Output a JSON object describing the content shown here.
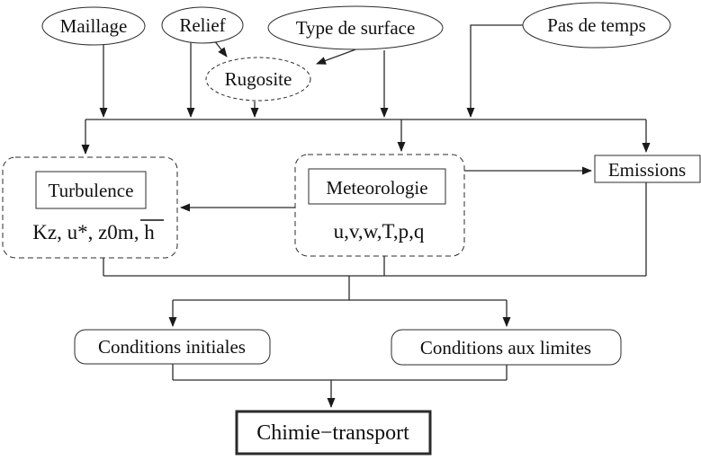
{
  "diagram": {
    "description": "Flowchart of an atmospheric chemistry-transport modelling system (French labels)",
    "colors": {
      "background": "#ffffff",
      "stroke": "#2b2b2b",
      "text": "#111111"
    },
    "nodes": {
      "maillage": {
        "label": "Maillage",
        "shape": "ellipse"
      },
      "relief": {
        "label": "Relief",
        "shape": "ellipse"
      },
      "type_de_surface": {
        "label": "Type de surface",
        "shape": "ellipse"
      },
      "pas_de_temps": {
        "label": "Pas de temps",
        "shape": "ellipse"
      },
      "rugosite": {
        "label": "Rugosite",
        "shape": "dashed-ellipse"
      },
      "turbulence": {
        "label": "Turbulence",
        "variables": "Kz, u*, z0m, h",
        "variables_note": "overline over h",
        "shape": "dashed-group"
      },
      "meteorologie": {
        "label": "Meteorologie",
        "variables": "u,v,w,T,p,q",
        "shape": "dashed-group"
      },
      "emissions": {
        "label": "Emissions",
        "shape": "rect"
      },
      "conditions_initiales": {
        "label": "Conditions initiales",
        "shape": "rounded-rect"
      },
      "conditions_aux_limites": {
        "label": "Conditions aux limites",
        "shape": "rounded-rect"
      },
      "chimie_transport": {
        "label": "Chimie−transport",
        "shape": "bold-rect"
      }
    }
  }
}
